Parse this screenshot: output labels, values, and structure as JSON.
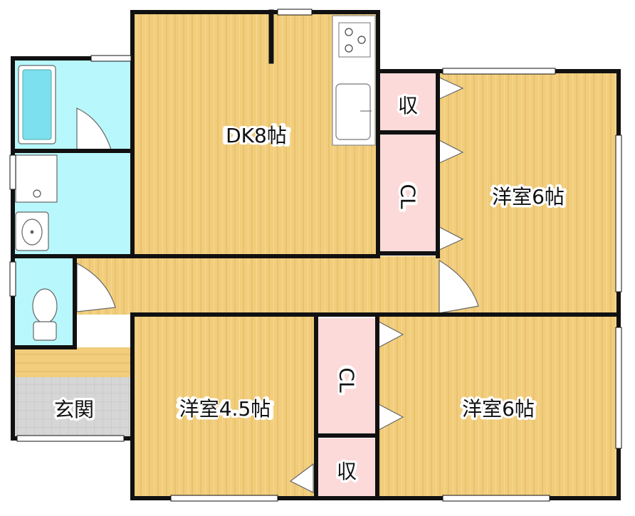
{
  "floorplan": {
    "rooms": {
      "dk": "DK8帖",
      "western_ne": "洋室6帖",
      "western_sw": "洋室4.5帖",
      "western_se": "洋室6帖",
      "entrance": "玄関",
      "storage_top": "収",
      "storage_bottom": "収",
      "closet_right": "CL",
      "closet_middle": "CL"
    }
  },
  "colors": {
    "wall": "#111111",
    "floor_wood": "#f1cd7c",
    "floor_wood_stripe": "#e4b95f",
    "wet_area": "#b8f8fc",
    "closet": "#fbdad9",
    "entrance_tile": "#d4d4d4",
    "window": "#ffffff"
  },
  "icons": [
    "bathtub-icon",
    "sink-icon",
    "washbasin-icon",
    "toilet-icon",
    "stove-icon"
  ]
}
